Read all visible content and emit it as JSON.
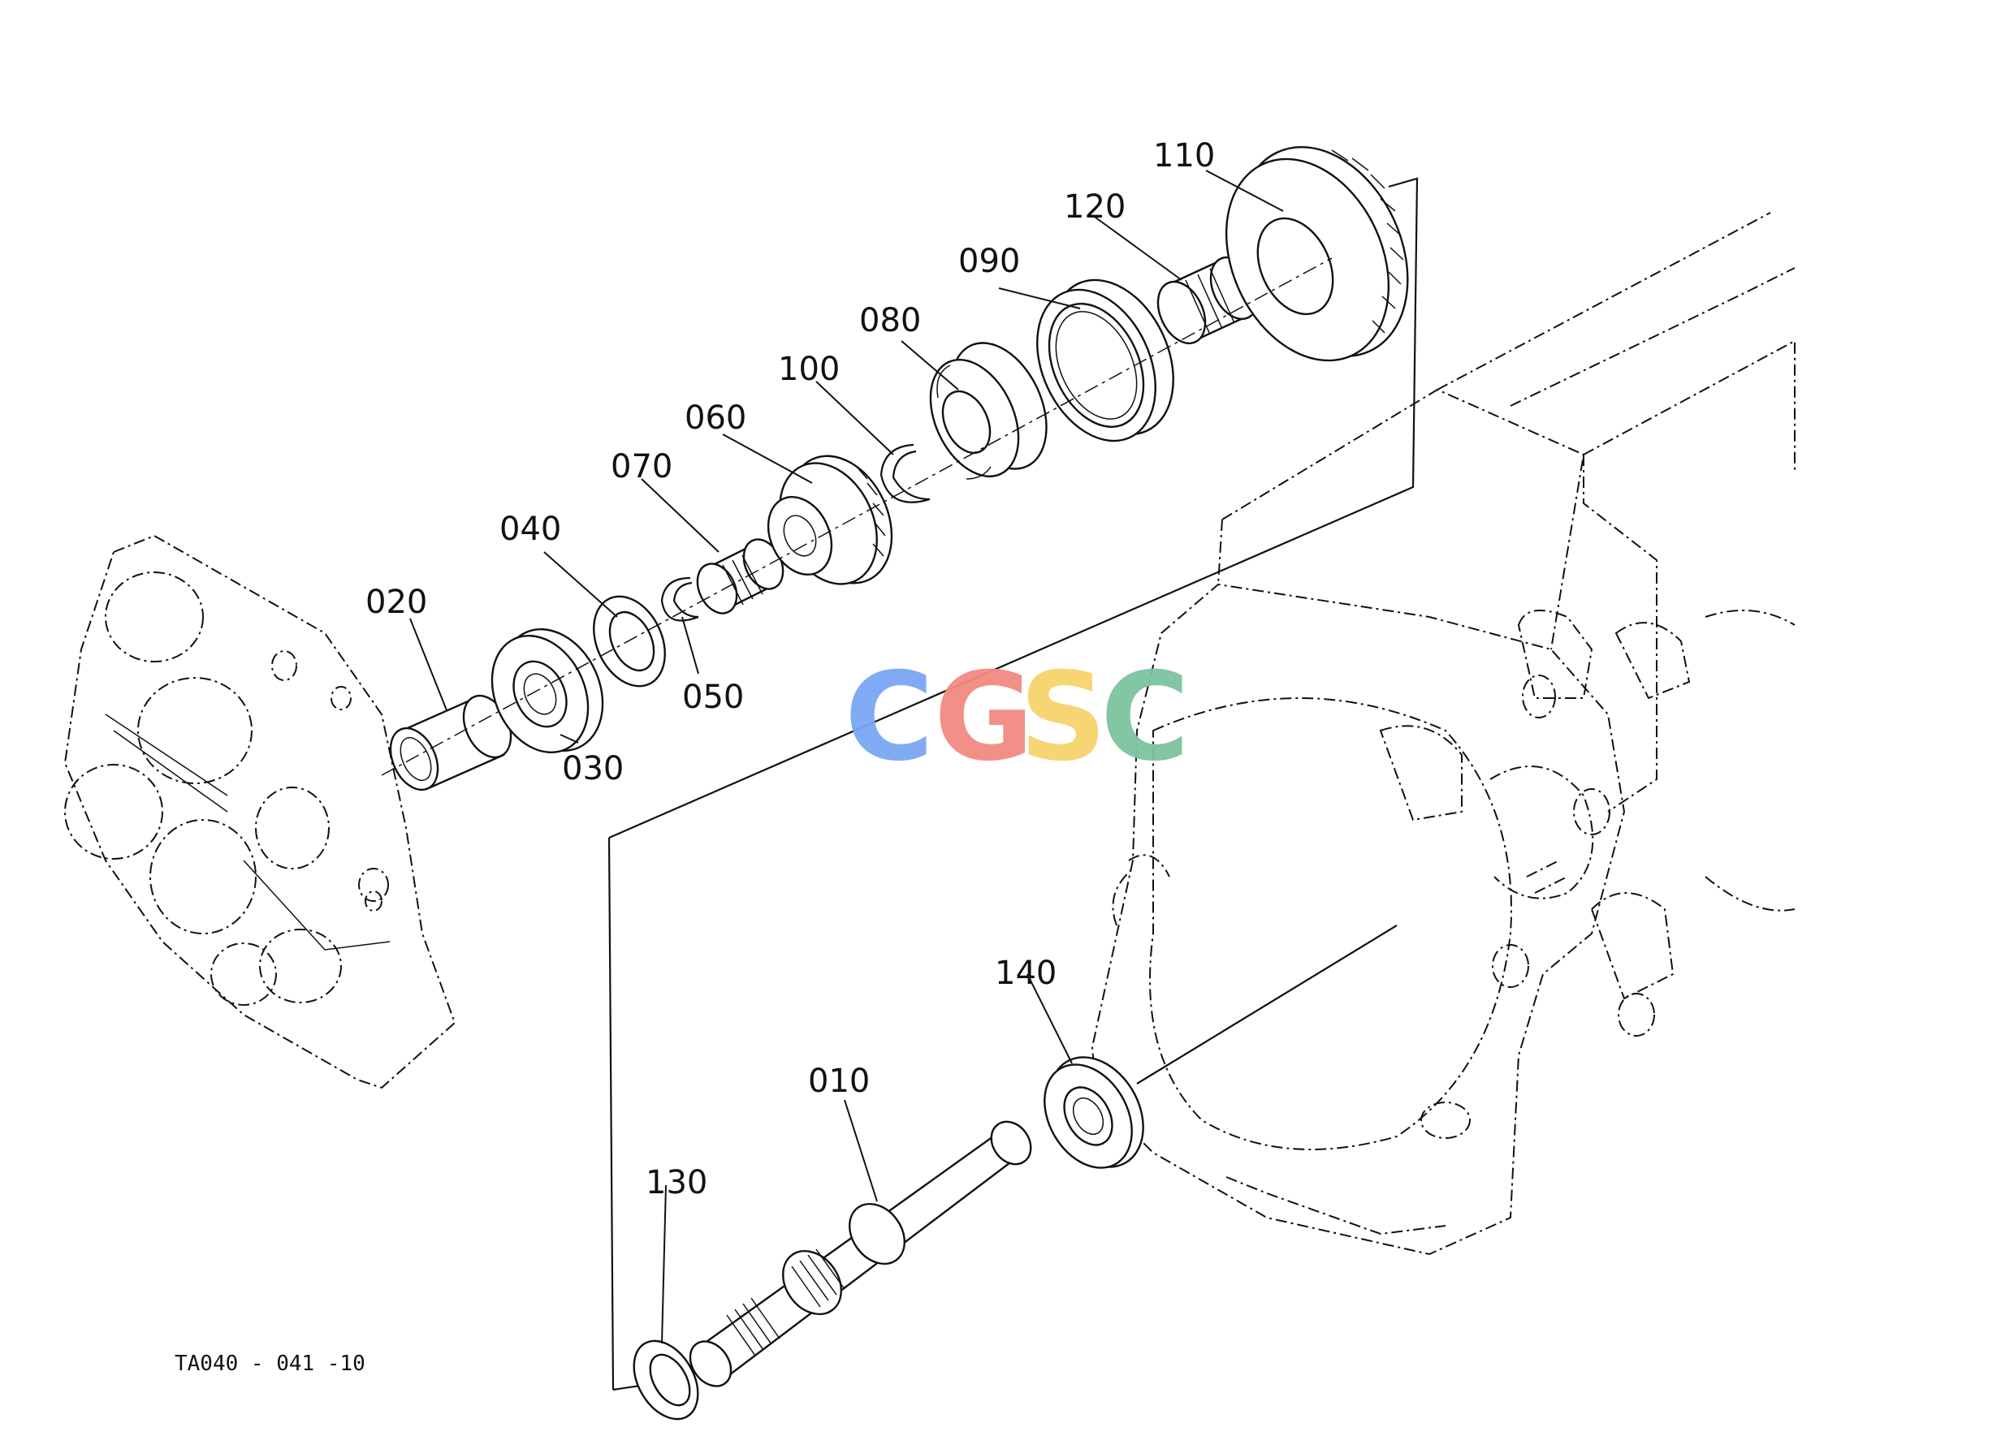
{
  "diagram": {
    "drawing_code": "TA040 - 041 -10",
    "watermark": {
      "text": "CGSC",
      "colors": [
        "#7aa7f4",
        "#f28b82",
        "#f6d36b",
        "#7cc4a0"
      ]
    },
    "part_labels": [
      "010",
      "020",
      "030",
      "040",
      "050",
      "060",
      "070",
      "080",
      "090",
      "100",
      "110",
      "120",
      "130",
      "140"
    ]
  }
}
